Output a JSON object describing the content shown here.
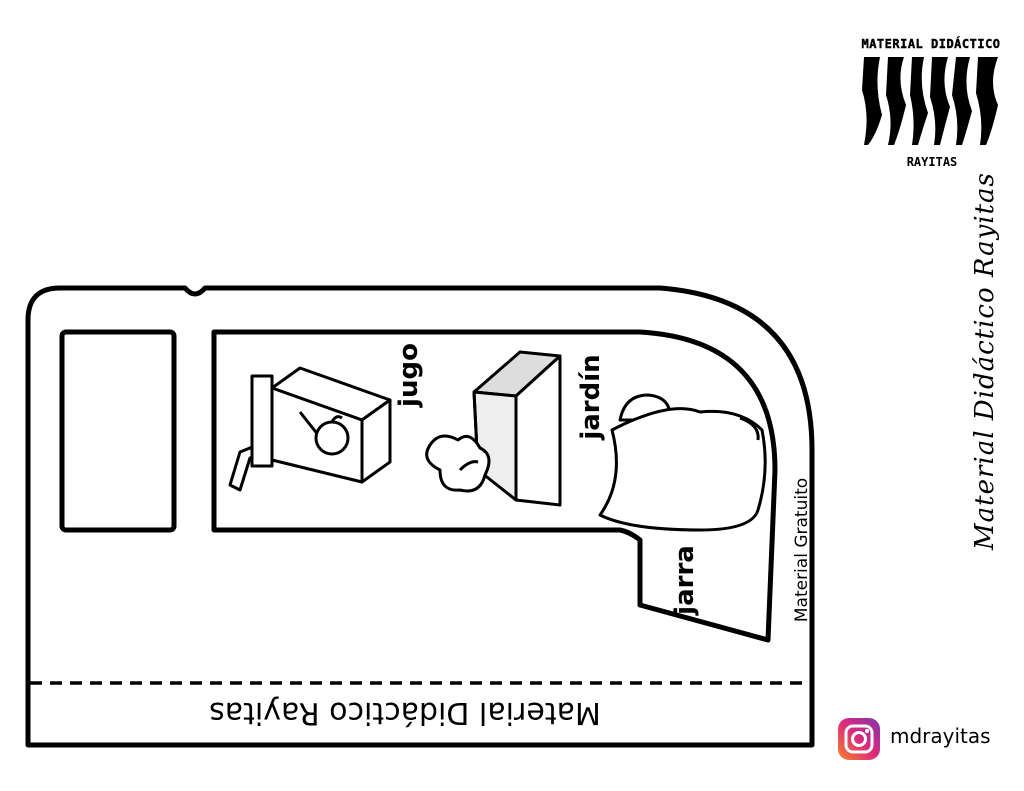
{
  "words": {
    "jugo": "jugo",
    "jardin": "jardín",
    "jarra": "jarra"
  },
  "margin_label": "Material Gratuito",
  "footer_label": "Material Didáctico Rayitas",
  "side_signature": "Material Didáctico Rayitas",
  "logo": {
    "top_text": "MATERIAL DIDÁCTICO",
    "bottom_text": "RAYITAS"
  },
  "instagram": {
    "handle": "mdrayitas",
    "icon": "instagram-icon"
  },
  "colors": {
    "ink": "#000000",
    "paper": "#ffffff",
    "ig_start": "#f58529",
    "ig_end": "#dd2a7b"
  }
}
